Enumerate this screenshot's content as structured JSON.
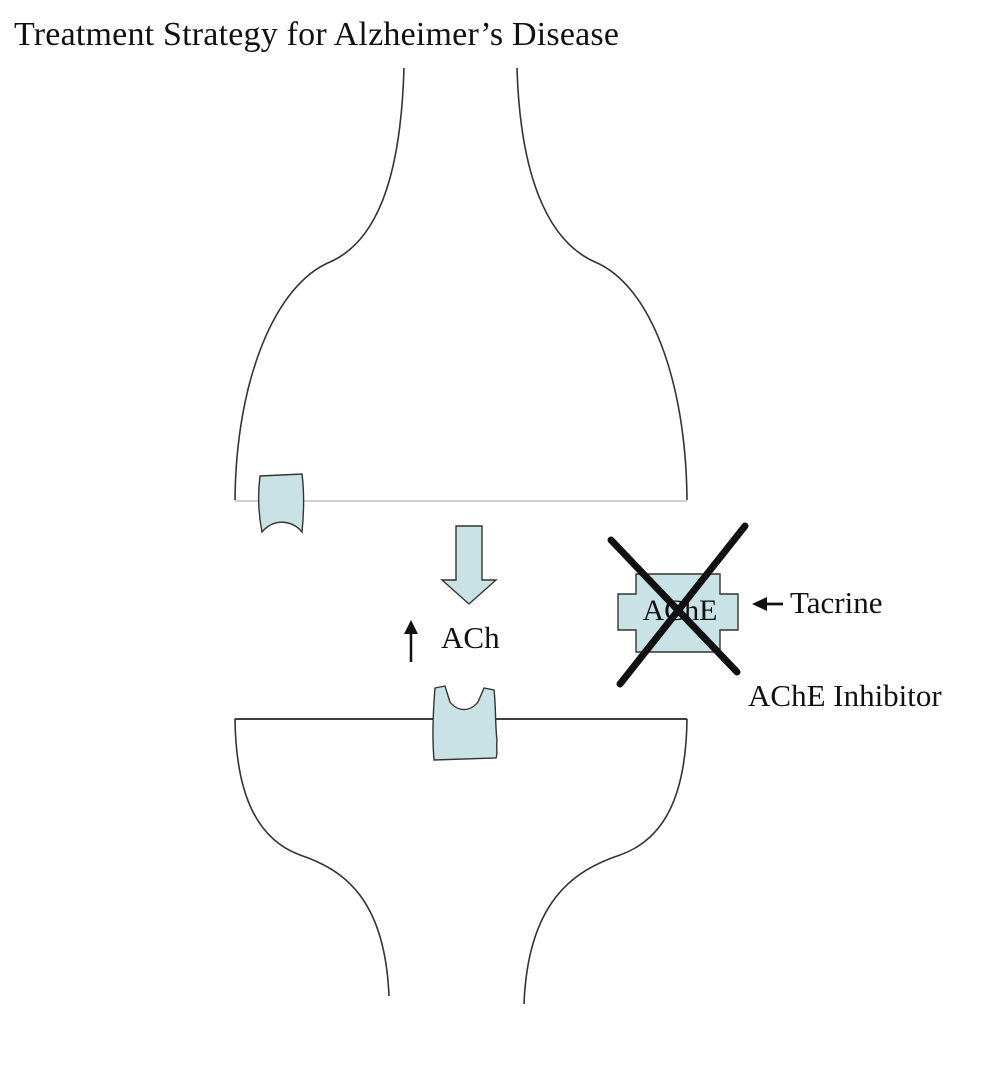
{
  "title": "Treatment Strategy for Alzheimer’s Disease",
  "labels": {
    "neurotransmitter": "ACh",
    "enzyme": "AChE",
    "drug": "Tacrine",
    "drug_class": "AChE Inhibitor"
  },
  "colors": {
    "shape_fill": "#c9e2e6",
    "outline": "#333333",
    "cross": "#111111",
    "membrane": "#d0d0d0"
  }
}
